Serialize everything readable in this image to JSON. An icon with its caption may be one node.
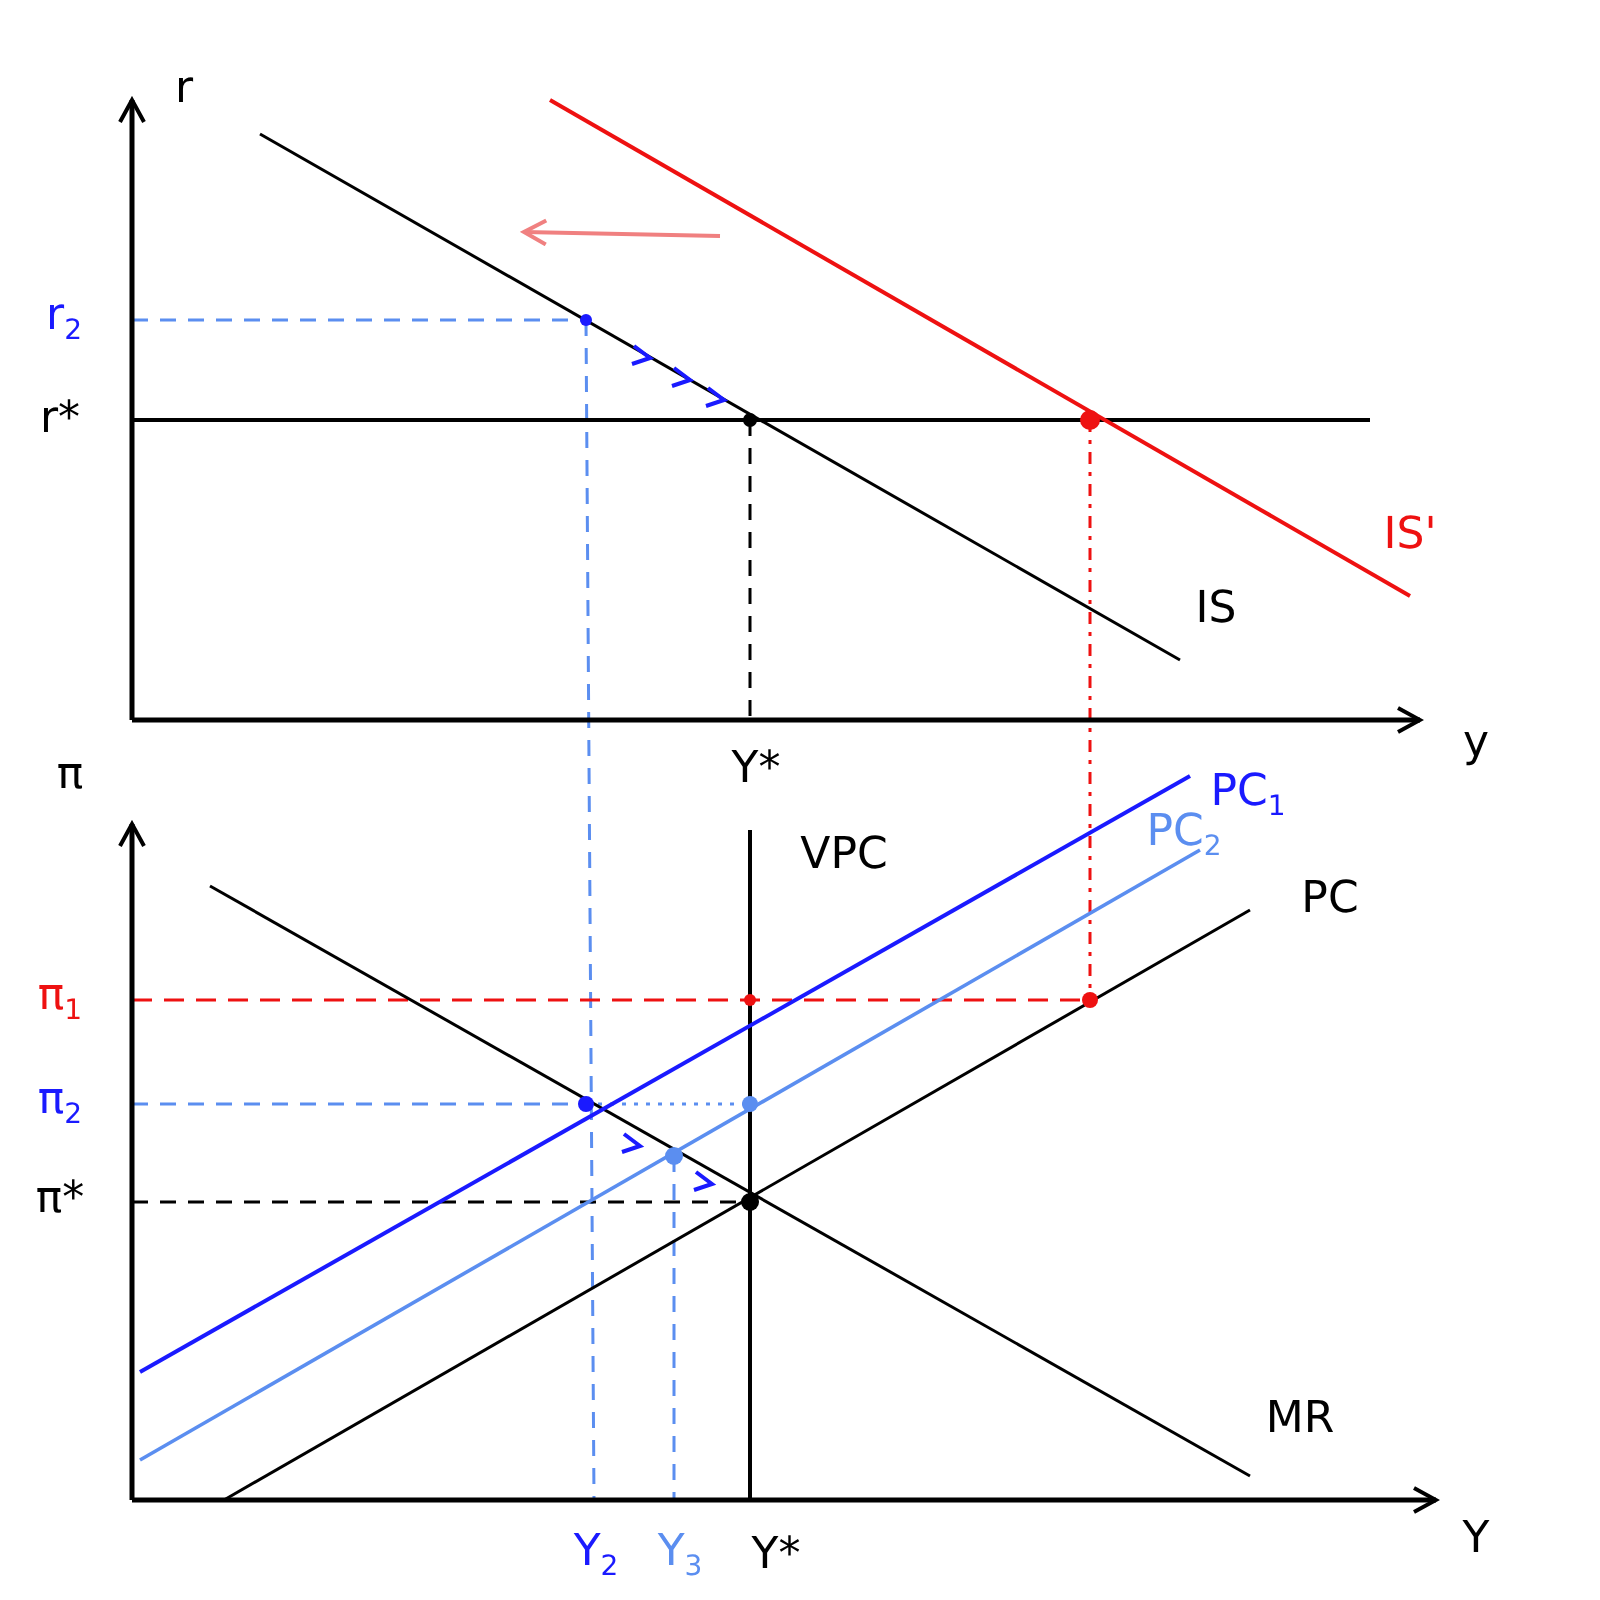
{
  "diagram": {
    "labels": [
      "r",
      "r$_{2}$",
      "r*",
      "IS'",
      "IS",
      "y",
      "Y*",
      "π",
      "VPC",
      "PC$_{1}$",
      "PC$_{2}$",
      "PC",
      "π$_{1}$",
      "π$_{2}$",
      "π*",
      "MR",
      "Y",
      "Y$_{2}$",
      "Y$_{3}$",
      "Y*"
    ]
  }
}
